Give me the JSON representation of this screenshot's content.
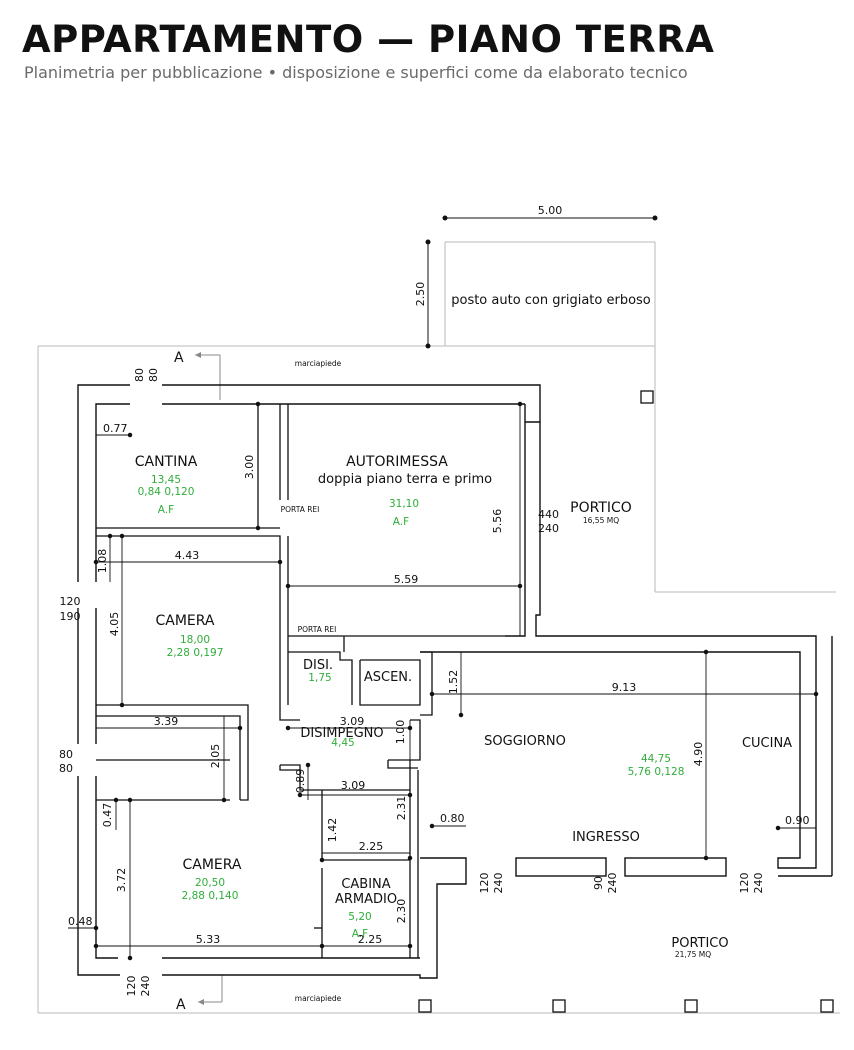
{
  "header": {
    "title": "APPARTAMENTO — PIANO TERRA",
    "subtitle": "Planimetria per pubblicazione • disposizione e superfici come da elaborato tecnico"
  },
  "parking": {
    "label": "posto auto con grigiato erboso",
    "width": "5.00",
    "depth": "2.50"
  },
  "labels": {
    "section_top": "A",
    "section_bottom": "A",
    "marciapiede_top": "marciapiede",
    "marciapiede_bottom": "marciapiede",
    "porta_rei_1": "PORTA REI",
    "porta_rei_2": "PORTA REI"
  },
  "rooms": {
    "cantina": {
      "name": "CANTINA",
      "area": "13,45",
      "ratio": "0,84  0,120",
      "af": "A.F"
    },
    "autorimessa": {
      "name": "AUTORIMESSA",
      "sub": "doppia piano terra e primo",
      "area": "31,10",
      "af": "A.F"
    },
    "portico_top": {
      "name": "PORTICO",
      "area": "16,55 MQ"
    },
    "camera_1": {
      "name": "CAMERA",
      "area": "18,00",
      "ratio": "2,28  0,197"
    },
    "disi": {
      "name": "DISI.",
      "area": "1,75"
    },
    "ascen": {
      "name": "ASCEN."
    },
    "disimpegno": {
      "name": "DISIMPEGNO",
      "area": "4,45"
    },
    "soggiorno": {
      "name": "SOGGIORNO"
    },
    "cucina": {
      "name": "CUCINA"
    },
    "soggiorno_area": {
      "area": "44,75",
      "ratio": "5,76  0,128"
    },
    "ingresso": {
      "name": "INGRESSO"
    },
    "camera_2": {
      "name": "CAMERA",
      "area": "20,50",
      "ratio": "2,88  0,140"
    },
    "cabina": {
      "name1": "CABINA",
      "name2": "ARMADIO",
      "area": "5,20",
      "af": "A.F"
    },
    "portico_bottom": {
      "name": "PORTICO",
      "area": "21,75 MQ"
    }
  },
  "dims": {
    "d_80a": "80",
    "d_80b": "80",
    "d_077": "0.77",
    "d_300": "3.00",
    "d_556": "5.56",
    "d_440": "440",
    "d_240a": "240",
    "d_108": "1.08",
    "d_443": "4.43",
    "d_559": "5.59",
    "d_120a": "120",
    "d_190": "190",
    "d_405": "4.05",
    "d_152": "1.52",
    "d_913": "9.13",
    "d_339": "3.39",
    "d_309a": "3.09",
    "d_100": "1.00",
    "d_80c": "80",
    "d_80d": "80",
    "d_205": "2.05",
    "d_490": "4.90",
    "d_089": "0.89",
    "d_309b": "3.09",
    "d_047": "0.47",
    "d_231": "2.31",
    "d_080": "0.80",
    "d_090": "0.90",
    "d_142": "1.42",
    "d_225a": "2.25",
    "d_372": "3.72",
    "d_120b": "120",
    "d_240b": "240",
    "d_90": "90",
    "d_240c": "240",
    "d_120c": "120",
    "d_240d": "240",
    "d_048": "0.48",
    "d_230": "2.30",
    "d_533": "5.33",
    "d_225b": "2.25",
    "d_120e": "120",
    "d_240e": "240"
  }
}
